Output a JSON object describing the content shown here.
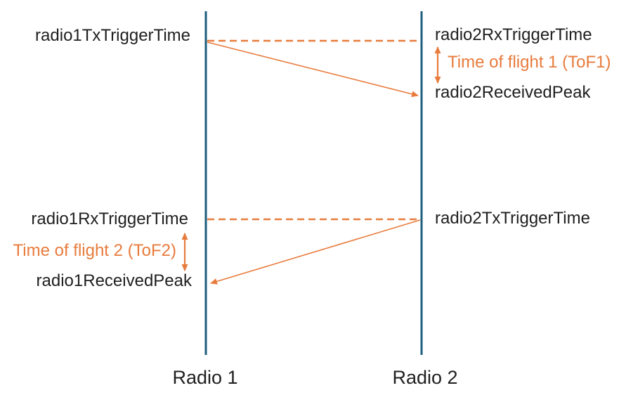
{
  "colors": {
    "background": "#ffffff",
    "lifeline": "#1b5e7d",
    "accent": "#e87b3c",
    "text": "#1f1f1f"
  },
  "lifelines": {
    "radio1": {
      "label": "Radio 1"
    },
    "radio2": {
      "label": "Radio 2"
    }
  },
  "annotations": {
    "radio1_tx_trigger": "radio1TxTriggerTime",
    "radio2_rx_trigger": "radio2RxTriggerTime",
    "tof1": "Time of flight 1 (ToF1)",
    "radio2_received_peak": "radio2ReceivedPeak",
    "radio1_rx_trigger": "radio1RxTriggerTime",
    "radio2_tx_trigger": "radio2TxTriggerTime",
    "tof2": "Time of flight 2 (ToF2)",
    "radio1_received_peak": "radio1ReceivedPeak"
  }
}
